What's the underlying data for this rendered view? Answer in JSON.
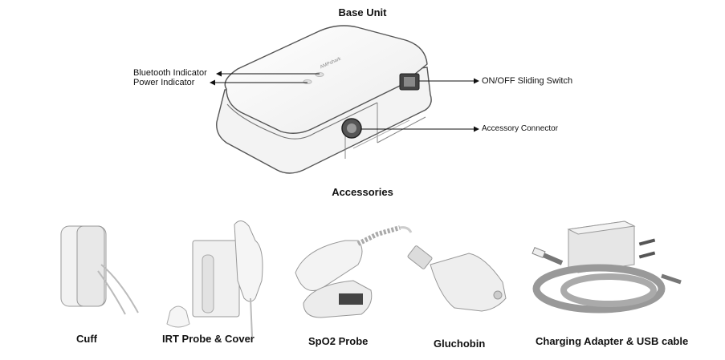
{
  "base_unit": {
    "title": "Base Unit",
    "brand_label": "AMPshark",
    "callouts": {
      "bluetooth": "Bluetooth Indicator",
      "power": "Power Indicator",
      "switch": "ON/OFF Sliding Switch",
      "connector": "Accessory Connector"
    }
  },
  "accessories": {
    "title": "Accessories",
    "items": [
      {
        "label": "Cuff",
        "icon": "cuff-icon"
      },
      {
        "label": "IRT Probe & Cover",
        "icon": "thermometer-probe-icon"
      },
      {
        "label": "SpO2 Probe",
        "icon": "finger-clip-probe-icon"
      },
      {
        "label": "Gluchobin",
        "icon": "glucose-adapter-icon"
      },
      {
        "label": "Charging Adapter & USB cable",
        "icon": "charger-cable-icon"
      }
    ]
  }
}
